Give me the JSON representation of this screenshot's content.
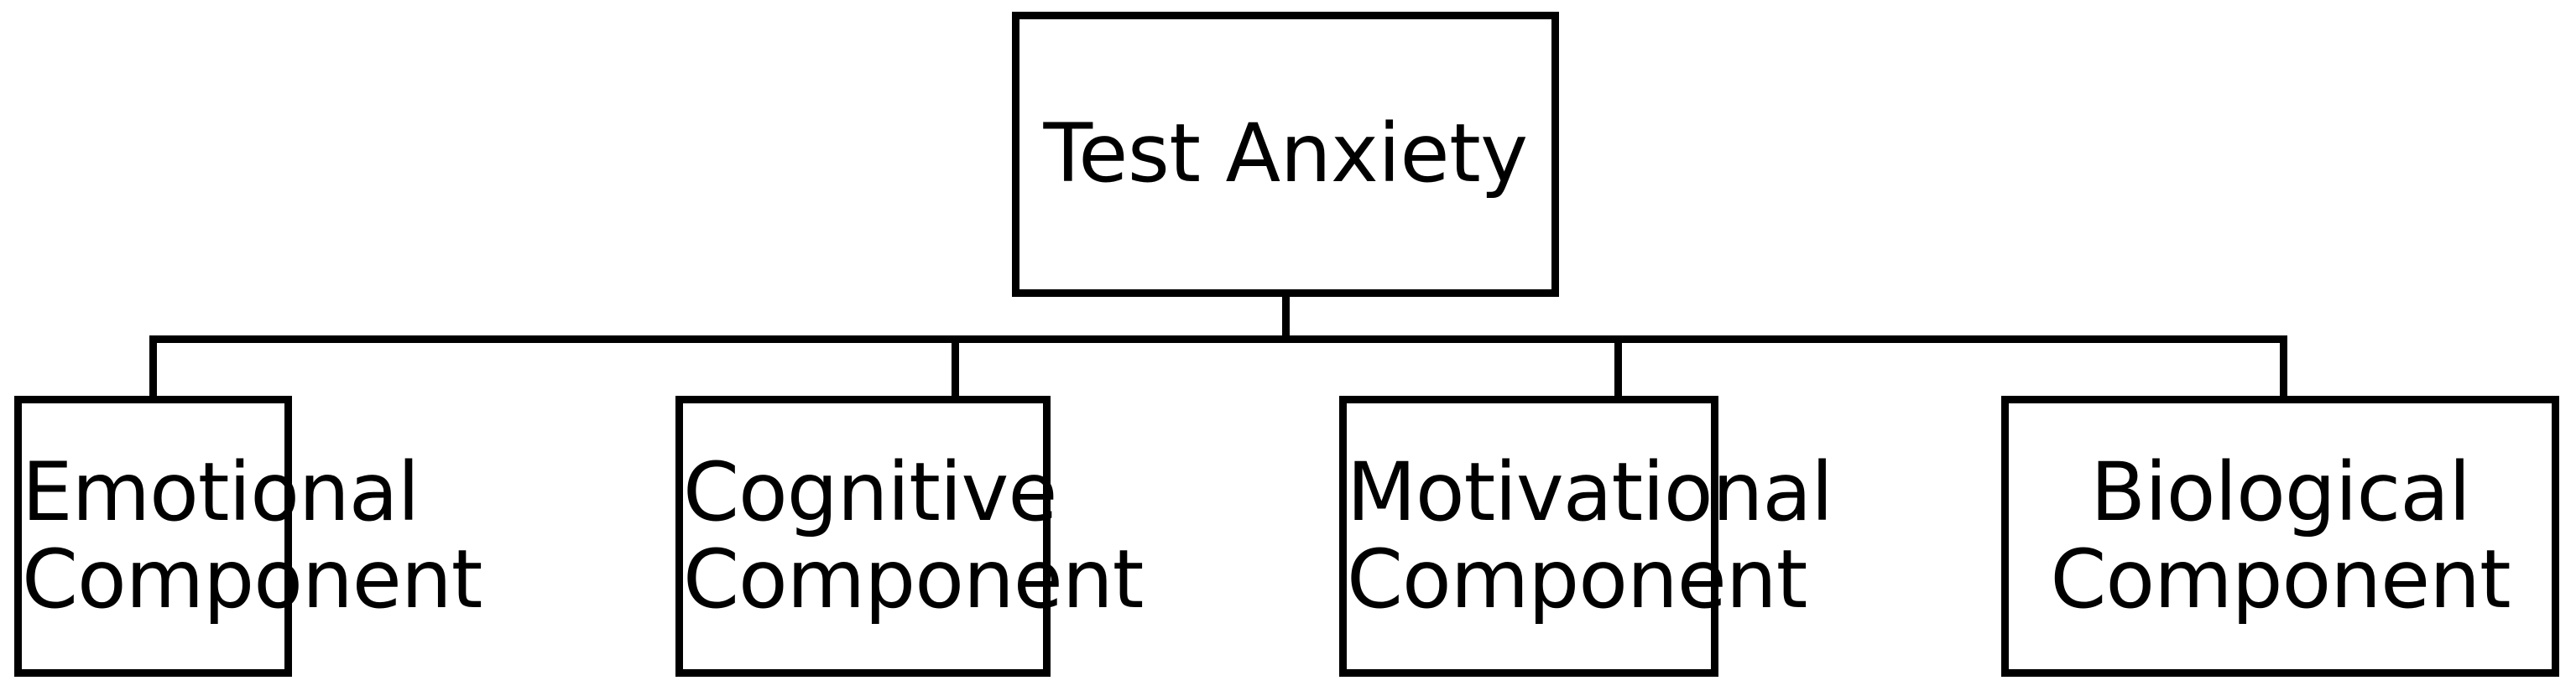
{
  "diagram": {
    "title": "Test Anxiety Components",
    "type": "hierarchy-tree",
    "orientation": "top-down",
    "background_color": "#ffffff",
    "line_color": "#000000",
    "text_color": "#000000",
    "root": {
      "label": "Test Anxiety"
    },
    "children": [
      {
        "label": "Emotional\nComponent"
      },
      {
        "label": "Cognitive\nComponent"
      },
      {
        "label": "Motivational\nComponent"
      },
      {
        "label": "Biological\nComponent"
      }
    ]
  }
}
